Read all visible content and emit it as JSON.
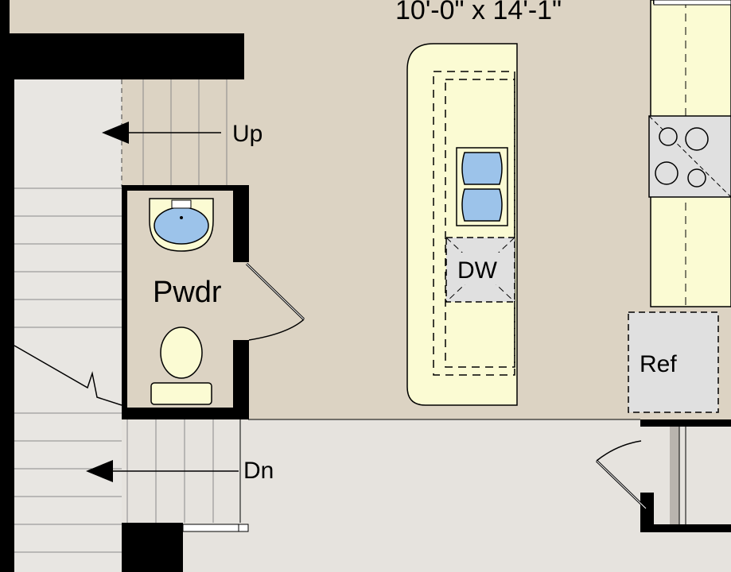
{
  "room_dimension": "10'-0\" x 14'-1\"",
  "labels": {
    "stairs_up": "Up",
    "stairs_down": "Dn",
    "powder_room": "Pwdr",
    "dishwasher": "DW",
    "refrigerator": "Ref"
  },
  "colors": {
    "floor_main": "#dcd3c3",
    "floor_light": "#e6e3de",
    "wall": "#000000",
    "counter": "#fbfbd3",
    "sink_basin": "#9cc3ea",
    "appliance": "#e0e0e0",
    "stair_line": "#8a8a8a"
  }
}
